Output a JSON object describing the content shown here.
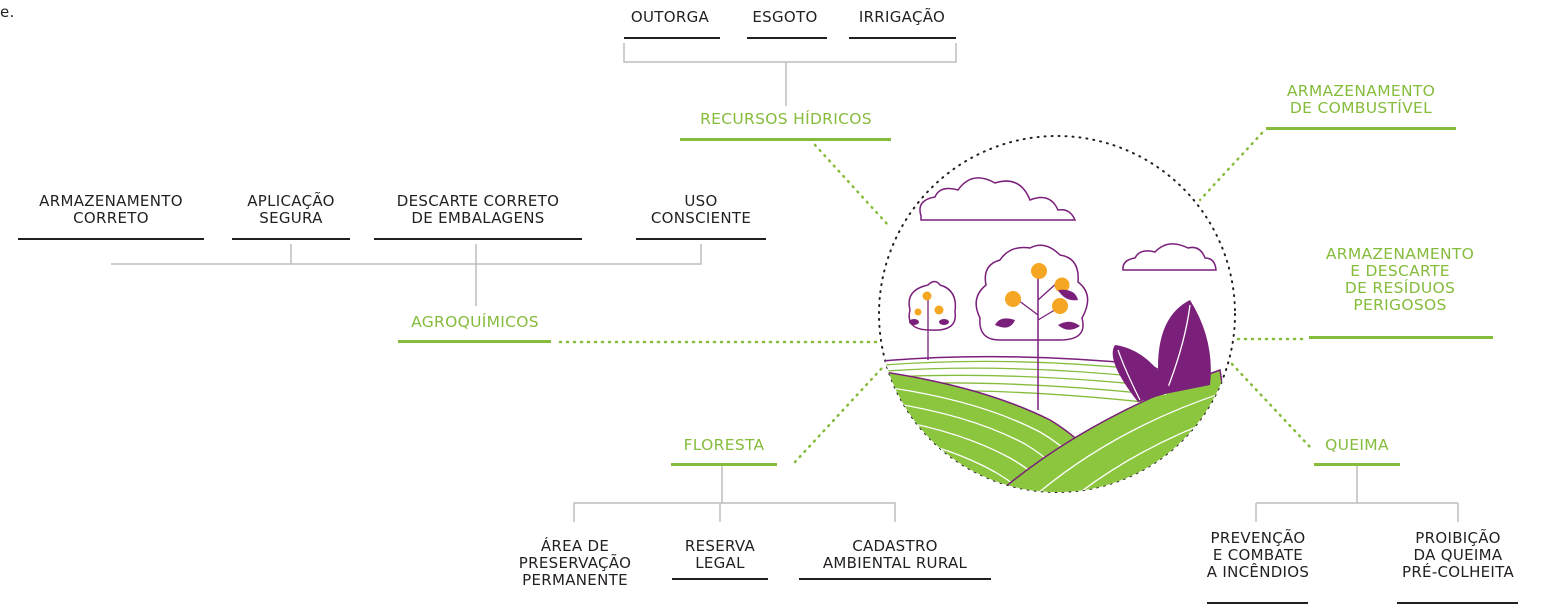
{
  "fragment": "e.",
  "topics": {
    "recursos_hidricos": {
      "title": "RECURSOS HÍDRICOS",
      "items": [
        "OUTORGA",
        "ESGOTO",
        "IRRIGAÇÃO"
      ]
    },
    "agroquimicos": {
      "title": "AGROQUÍMICOS",
      "items": [
        [
          "ARMAZENAMENTO",
          "CORRETO"
        ],
        [
          "APLICAÇÃO",
          "SEGURA"
        ],
        [
          "DESCARTE CORRETO",
          "DE EMBALAGENS"
        ],
        [
          "USO",
          "CONSCIENTE"
        ]
      ]
    },
    "floresta": {
      "title": "FLORESTA",
      "items": [
        [
          "ÁREA DE",
          "PRESERVAÇÃO",
          "PERMANENTE"
        ],
        [
          "RESERVA",
          "LEGAL"
        ],
        [
          "CADASTRO",
          "AMBIENTAL RURAL"
        ]
      ]
    },
    "combustivel": {
      "title": [
        "ARMAZENAMENTO",
        "DE COMBUSTÍVEL"
      ]
    },
    "residuos": {
      "title": [
        "ARMAZENAMENTO",
        "E DESCARTE",
        "DE RESÍDUOS",
        "PERIGOSOS"
      ]
    },
    "queima": {
      "title": "QUEIMA",
      "items": [
        [
          "PREVENÇÃO",
          "E COMBATE",
          "A INCÊNDIOS"
        ],
        [
          "PROIBIÇÃO",
          "DA QUEIMA",
          "PRÉ-COLHEITA"
        ]
      ]
    }
  },
  "colors": {
    "green": "#86bc3c",
    "purple": "#7a1f7a",
    "orange": "#f5a623",
    "text": "#231f20",
    "connector": "#bdbdbd"
  }
}
